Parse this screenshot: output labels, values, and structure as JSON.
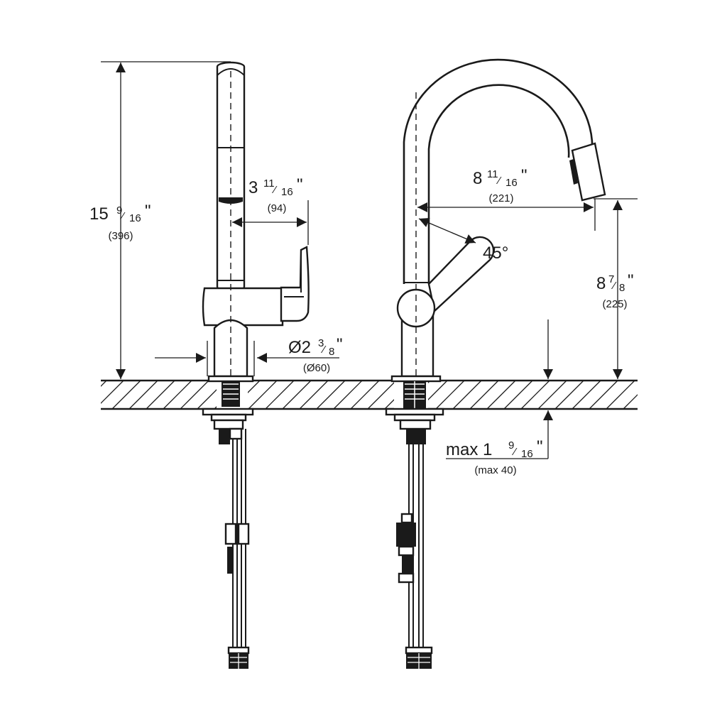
{
  "dimensions": {
    "total_height": {
      "whole": "15",
      "num": "9",
      "den": "16",
      "unit": "\"",
      "metric": "(396)"
    },
    "spout_offset_side": {
      "whole": "3",
      "num": "11",
      "den": "16",
      "unit": "\"",
      "metric": "(94)"
    },
    "base_diameter": {
      "whole": "Ø2",
      "num": "3",
      "den": "8",
      "unit": "\"",
      "metric": "(Ø60)"
    },
    "spout_reach": {
      "whole": "8",
      "num": "11",
      "den": "16",
      "unit": "\"",
      "metric": "(221)"
    },
    "swivel_angle": {
      "label": "45°"
    },
    "spout_height": {
      "whole": "8",
      "num": "7",
      "den": "8",
      "unit": "\"",
      "metric": "(225)"
    },
    "max_counter_thickness": {
      "whole": "max 1",
      "num": "9",
      "den": "16",
      "unit": "\"",
      "metric": "(max 40)"
    }
  },
  "colors": {
    "line": "#1a1a1a",
    "background": "#ffffff"
  }
}
